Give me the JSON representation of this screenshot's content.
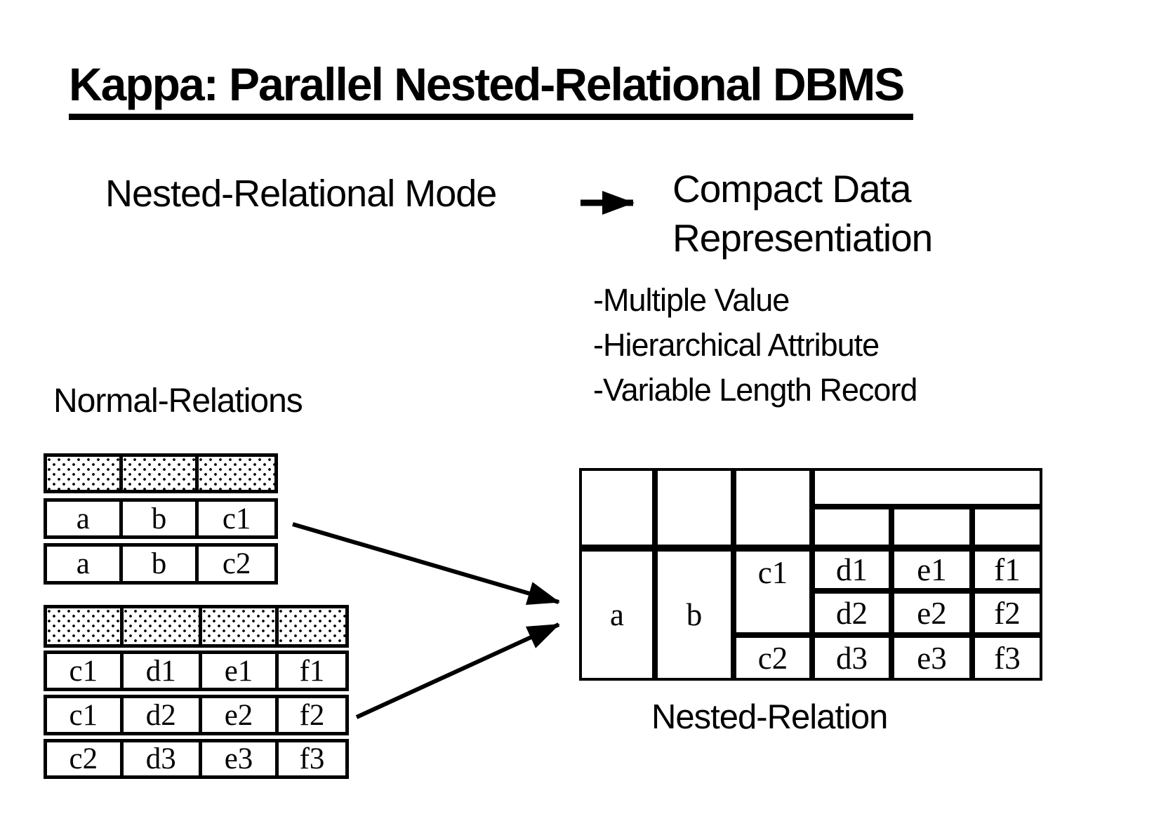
{
  "slide": {
    "title": "Kappa: Parallel Nested-Relational DBMS"
  },
  "flow": {
    "source": "Nested-Relational Mode",
    "target_line1": "Compact Data",
    "target_line2": "Representiation",
    "features": [
      "-Multiple Value",
      "-Hierarchical Attribute",
      "-Variable Length Record"
    ]
  },
  "normal_relations": {
    "label": "Normal-Relations",
    "table1_rows": [
      [
        "a",
        "b",
        "c1"
      ],
      [
        "a",
        "b",
        "c2"
      ]
    ],
    "table2_rows": [
      [
        "c1",
        "d1",
        "e1",
        "f1"
      ],
      [
        "c1",
        "d2",
        "e2",
        "f2"
      ],
      [
        "c2",
        "d3",
        "e3",
        "f3"
      ]
    ]
  },
  "nested_relation": {
    "label": "Nested-Relation",
    "col_a": "a",
    "col_b": "b",
    "c_values": [
      "c1",
      "c2"
    ],
    "sub_rows": [
      [
        "d1",
        "e1",
        "f1"
      ],
      [
        "d2",
        "e2",
        "f2"
      ],
      [
        "d3",
        "e3",
        "f3"
      ]
    ]
  },
  "icons": {
    "flow_arrow": "right-arrow",
    "merge_arrow_top": "right-down-arrow",
    "merge_arrow_bottom": "right-up-arrow"
  },
  "colors": {
    "ink": "#000000",
    "paper": "#ffffff"
  }
}
